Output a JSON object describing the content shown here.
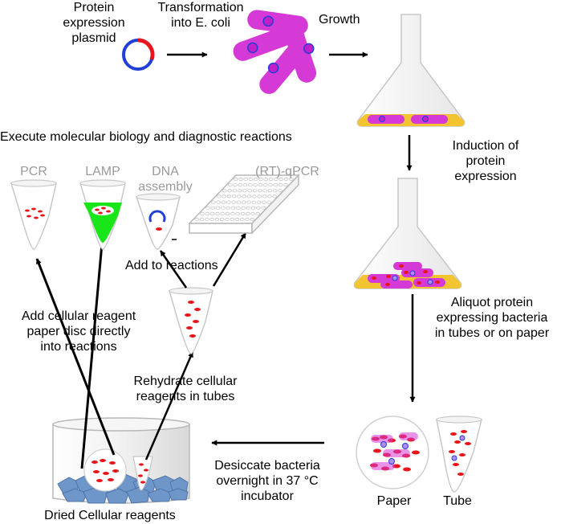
{
  "labels": {
    "plasmid": [
      "Protein",
      "expression",
      "plasmid"
    ],
    "transformation": [
      "Transformation",
      "into E. coli"
    ],
    "growth": "Growth",
    "induction": [
      "Induction of",
      "protein",
      "expression"
    ],
    "execute": "Execute molecular biology and diagnostic reactions",
    "pcr": "PCR",
    "lamp": "LAMP",
    "dna_assembly": [
      "DNA",
      "assembly"
    ],
    "rtqpcr": "(RT)-qPCR",
    "add_to_reactions": "Add to reactions",
    "aliquot": [
      "Aliquot protein",
      "expressing bacteria",
      "in tubes or on paper"
    ],
    "add_disc": [
      "Add cellular reagent",
      "paper disc directly",
      "into reactions"
    ],
    "rehydrate": [
      "Rehydrate cellular",
      "reagents in tubes"
    ],
    "desiccate": [
      "Desiccate bacteria",
      "overnight in 37 °C",
      "incubator"
    ],
    "paper": "Paper",
    "tube": "Tube",
    "dried": "Dried Cellular reagents"
  },
  "colors": {
    "plasmid_backbone": "#1f3fd6",
    "plasmid_insert": "#e8161b",
    "bacteria": "#d63ad6",
    "media": "#f3c431",
    "protein_red": "#e8161b",
    "lamp_green": "#19e619",
    "desiccant_blue": "#6f96c9",
    "grey_text": "#9a9a9a"
  }
}
